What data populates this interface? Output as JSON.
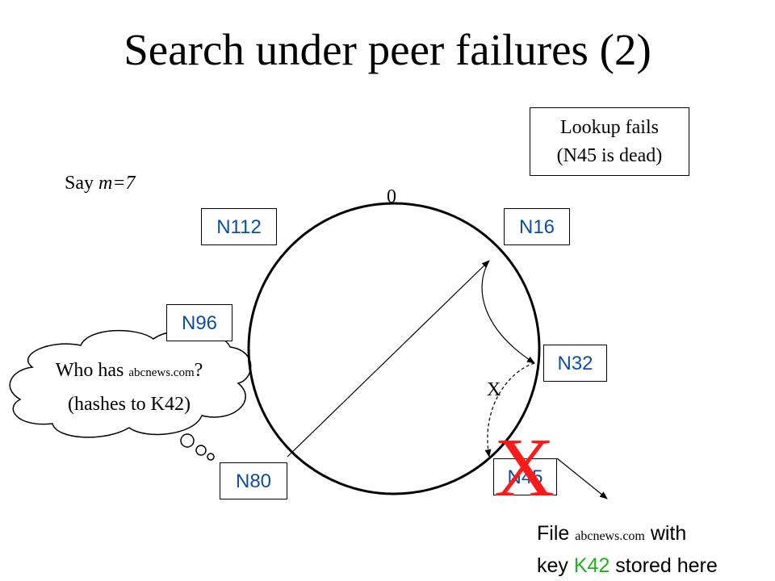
{
  "title": "Search under peer failures (2)",
  "say_m": {
    "prefix": "Say ",
    "value": "m=7"
  },
  "ring_zero_label": "0",
  "nodes": {
    "n112": "N112",
    "n16": "N16",
    "n96": "N96",
    "n32": "N32",
    "n80": "N80",
    "n45": "N45"
  },
  "lookup_box": {
    "line1": "Lookup fails",
    "line2": "(N45 is dead)"
  },
  "failed_hop_label": "X",
  "dead_marker": "X",
  "query_cloud": {
    "prefix": "Who has ",
    "filename": "abcnews.com",
    "suffix": "?",
    "line2": "(hashes to K42)"
  },
  "file_note": {
    "part1": "File ",
    "filename": "abcnews.com",
    "part2": " with",
    "line2_prefix": "key ",
    "key": "K42",
    "line2_suffix": " stored here"
  },
  "colors": {
    "node_text": "#0b4f9e",
    "dead_marker": "#ff1a1a",
    "key_highlight": "#1bb31b"
  }
}
